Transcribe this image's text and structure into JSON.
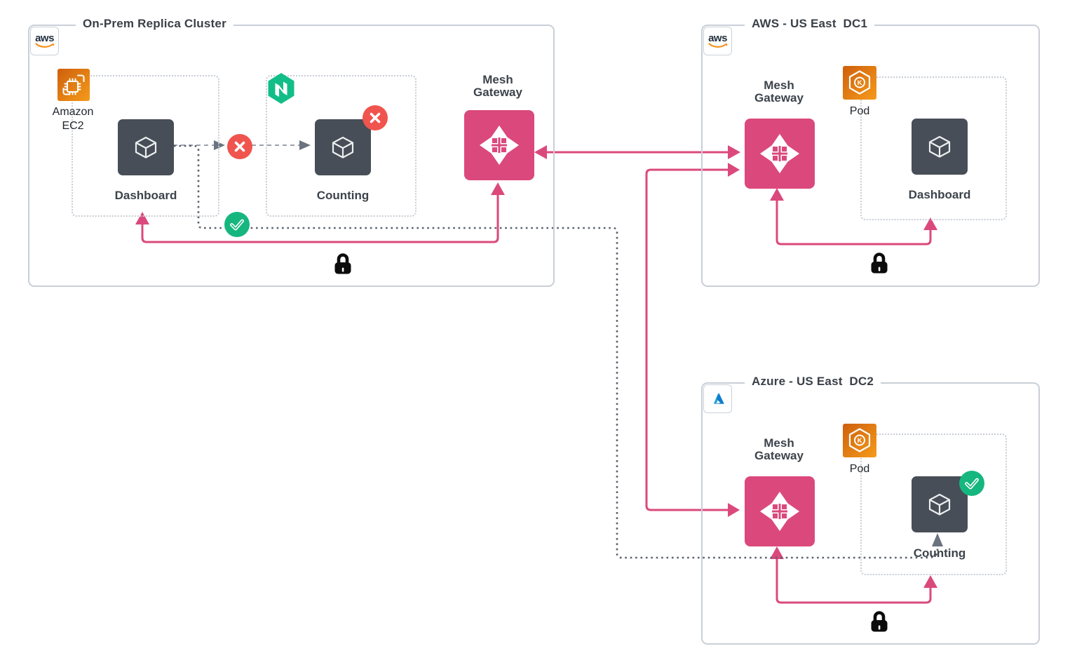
{
  "colors": {
    "pink": "#DB497C",
    "dark_node": "#474E57",
    "red": "#F0544E",
    "green": "#16B67F",
    "nomad_green": "#12BE87",
    "cluster_border": "#C9CFD7",
    "dotted_border": "#C7CDD5",
    "dash_line": "#9AA2AC",
    "dash_arrow": "#6B7380",
    "dark_dot_line": "#59616B",
    "orange_dark": "#CE5F0C",
    "orange_light": "#F59B1B",
    "azure_light": "#2AA3DC",
    "azure_dark": "#0D7DD0",
    "aws_smile": "#F6921E"
  },
  "clusters": {
    "onprem": {
      "title": "On-Prem Replica Cluster"
    },
    "dc1": {
      "title": "AWS - US East  DC1"
    },
    "dc2": {
      "title": "Azure - US East  DC2"
    }
  },
  "labels": {
    "mesh_gateway": "Mesh Gateway",
    "dashboard": "Dashboard",
    "counting": "Counting",
    "pod": "Pod",
    "amazon_ec2": "Amazon EC2",
    "aws_logo": "aws",
    "k8s_letter": "K"
  }
}
